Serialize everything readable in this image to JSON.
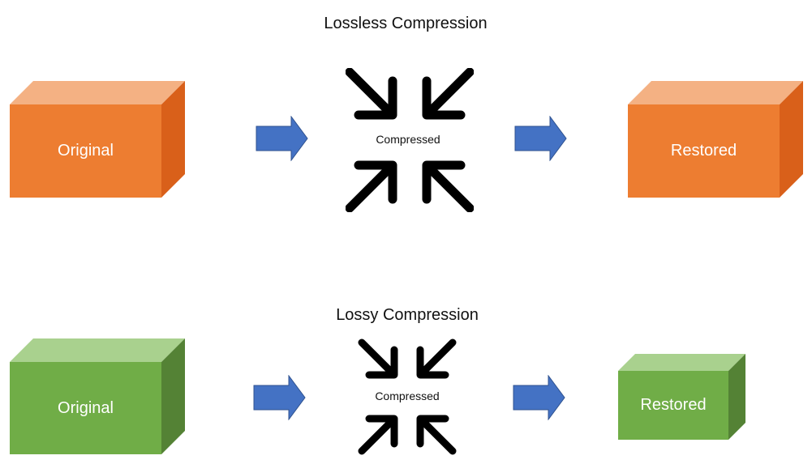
{
  "lossless": {
    "title": "Lossless Compression",
    "original_label": "Original",
    "compressed_label": "Compressed",
    "restored_label": "Restored"
  },
  "lossy": {
    "title": "Lossy Compression",
    "original_label": "Original",
    "compressed_label": "Compressed",
    "restored_label": "Restored"
  },
  "colors": {
    "orange_front": "#ED7D31",
    "orange_top": "#F4B183",
    "orange_side": "#D9601A",
    "green_front": "#70AD47",
    "green_top": "#A9D18E",
    "green_side": "#548235",
    "arrow_blue": "#4472C4",
    "arrow_border": "#2F528F",
    "icon": "#000000"
  }
}
